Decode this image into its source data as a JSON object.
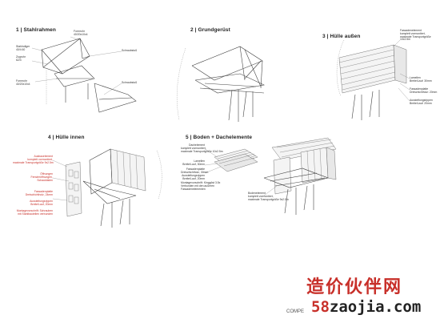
{
  "steps": [
    {
      "title": "1 | Stahlrahmen",
      "labels": {
        "top_profile": "Formrohr\n40/20x10x4",
        "tube_left": "Stahlrollger\n40/4 60",
        "zugrohr": "Zugrohr\n62/4",
        "bottom_profile": "Formrohr\n40/20x10x4",
        "screw_right_top": "Schraubstoß",
        "screw_right_bottom": "Schraubstoß"
      }
    },
    {
      "title": "2 | Grundgerüst"
    },
    {
      "title": "3 | Hülle außen",
      "labels": {
        "fassade": "Fassadenelement\nkomplett vormontiert,\nmaximale Transportgröße\n10x2.5m",
        "lamellen": "Lamellen\nBreite/Lauf: 30mm",
        "platte": "Fassadenplatte\nDreischichtholz: 20mm",
        "rippen": "Aussteifungsrippen\nBreite/Lauf: 20mm"
      }
    },
    {
      "title": "4 | Hülle innen",
      "labels": {
        "ausbau": "Ausbauelement\nkomplett vormontiert,\nmaximale Transportgröße 9x2.5m",
        "oeffnungen": "Öffnungen\nFensteröffnungen,\nSchaukästen",
        "platte": "Fassadenplatte\nDreischichtholz, 24mm",
        "rippen": "Aussteifungsrippen\nBreite/Lauf, 20mm",
        "montage": "Montagevorschrift: Schrauben\nmit Stahlbauteilen verbunden"
      }
    },
    {
      "title": "5 | Boden + Dachelemente",
      "labels": {
        "dach": "Dachelement\nkomplett vormontiert,\nmaximale Transportgröße 10x2.5m",
        "lamellen": "Lamellen\nBreite/Lauf, 30mm",
        "platte": "Fassadenplatte\nDreischichtholz, 30mm",
        "rippen": "Aussteifungsrippen\nBreite/Lauf, 20mm",
        "montage": "Montagevorschrift: Kinggöst 3.5x\nVerbunden mit den außeren\nFassadenelementen",
        "boden": "Bodenelement\nkomplett vormontiert,\nmaximale Transportgröße 9x2.5m"
      }
    }
  ],
  "watermark": {
    "cn": "造价伙伴网",
    "url_num": "58",
    "url_rest": "zaojia.com"
  },
  "footer_text": "COMPE",
  "colors": {
    "red": "#c8302a",
    "line": "#444444"
  }
}
